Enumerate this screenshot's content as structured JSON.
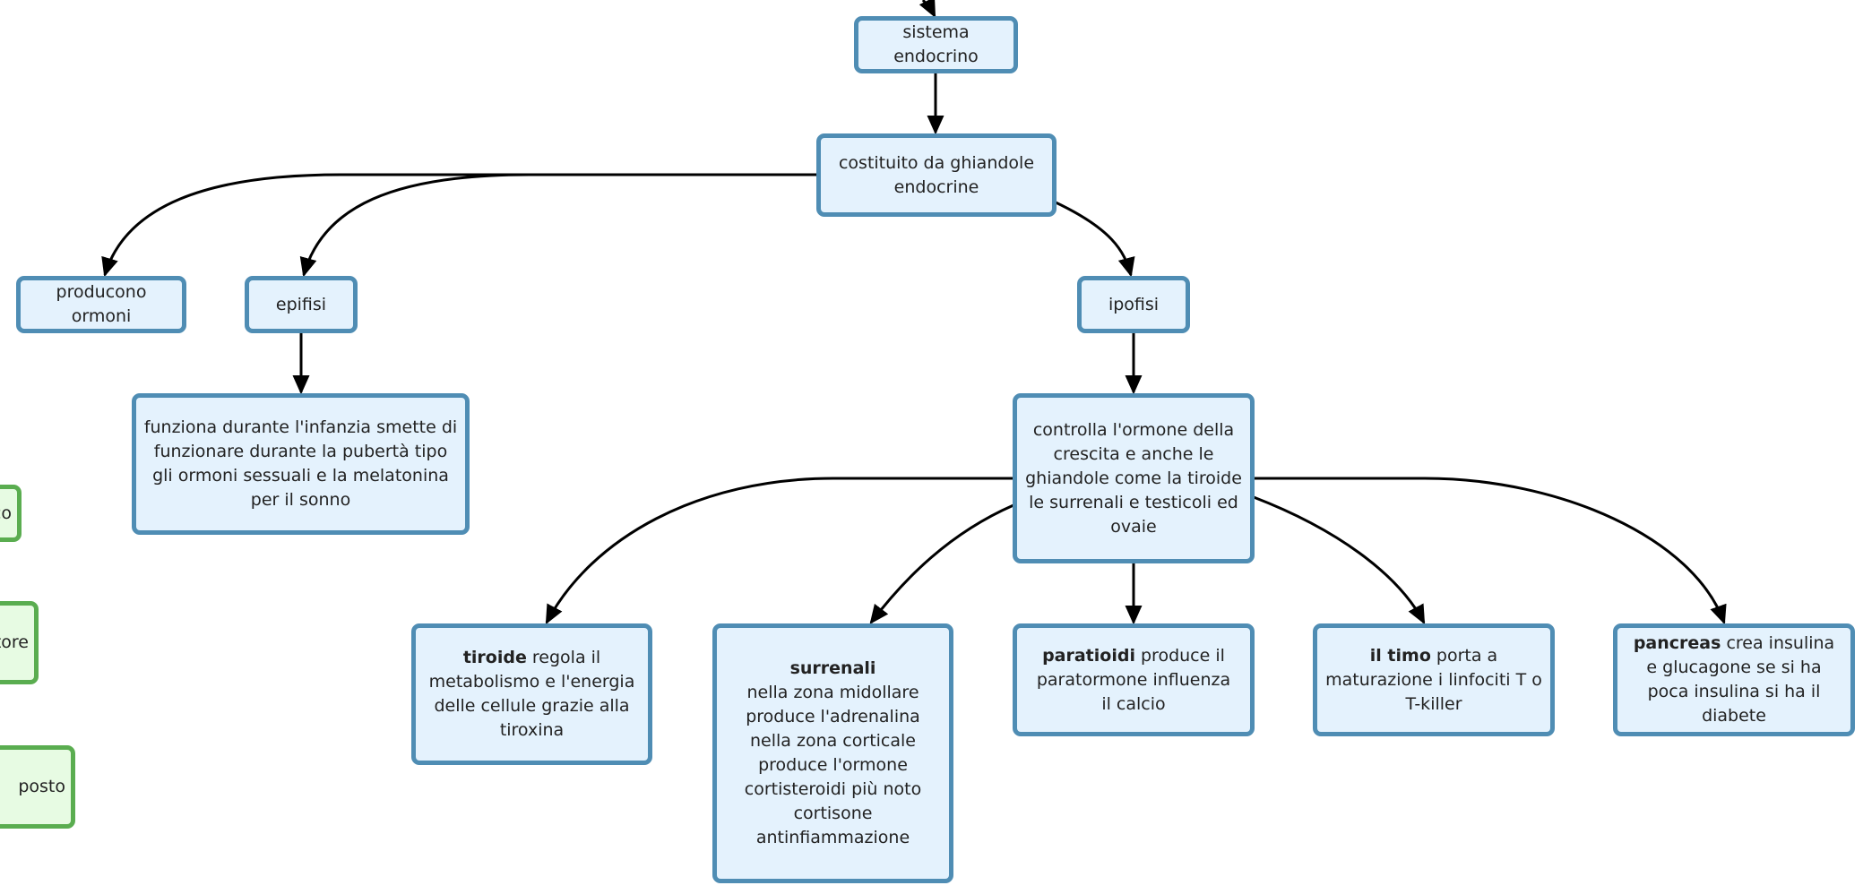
{
  "nodes": {
    "sistema": "sistema endocrino",
    "costituito": "costituito da ghiandole endocrine",
    "producono": "producono ormoni",
    "epifisi": "epifisi",
    "ipofisi": "ipofisi",
    "epifisi_desc": "funziona durante l'infanzia smette di funzionare durante la pubertà tipo gli ormoni sessuali e la melatonina per il sonno",
    "ipofisi_desc": "controlla l'ormone della crescita e anche le ghiandole come la tiroide le surrenali e testicoli ed ovaie",
    "tiroide": {
      "title": "tiroide",
      "text": "regola il metabolismo e l'energia delle cellule grazie alla tiroxina"
    },
    "surrenali": {
      "title": "surrenali",
      "line1": "nella zona midollare produce l'adrenalina",
      "line2": "nella zona corticale produce l'ormone cortisteroidi più noto cortisone antinfiammazione"
    },
    "paratioidi": {
      "title": "paratioidi",
      "text": "produce il paratormone influenza il calcio"
    },
    "timo": {
      "title": "il timo",
      "text": "porta a maturazione i linfociti T o T-killer"
    },
    "pancreas": {
      "title": "pancreas",
      "text": "crea insulina e glucagone se si ha poca insulina si ha il diabete"
    }
  },
  "left_partial": [
    "co",
    "tore",
    "posto"
  ],
  "colors": {
    "node_border": "#4f8db4",
    "node_fill": "#e4f2fd",
    "green_border": "#5aad50",
    "green_fill": "#e7fbe3",
    "link": "#000000"
  }
}
